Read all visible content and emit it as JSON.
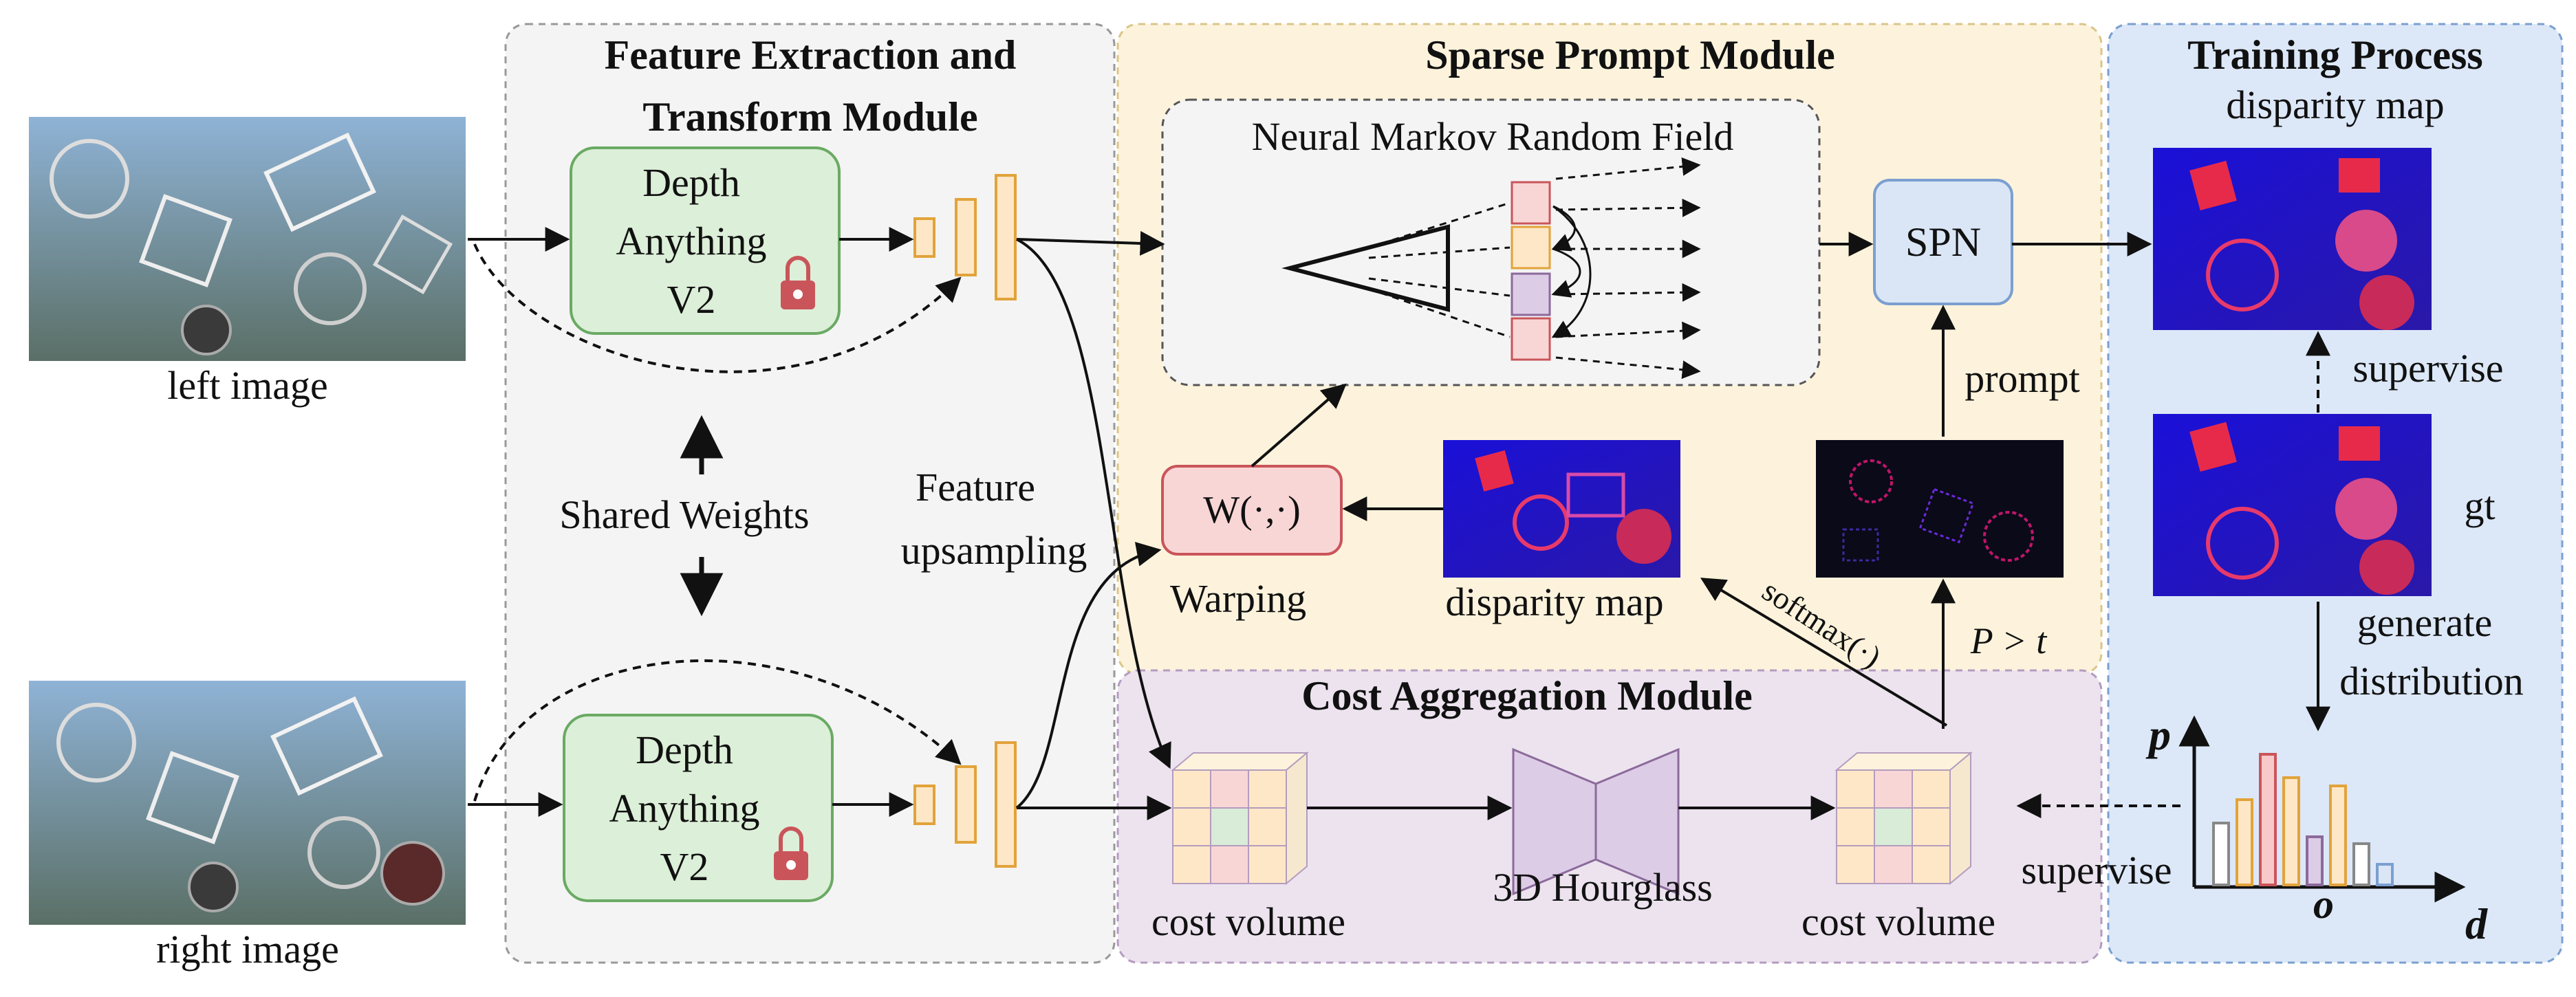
{
  "inputs": {
    "left_caption": "left image",
    "right_caption": "right image"
  },
  "feature_module": {
    "title_line1": "Feature Extraction and",
    "title_line2": "Transform Module",
    "encoder_top": [
      "Depth",
      "Anything",
      "V2"
    ],
    "encoder_bottom": [
      "Depth",
      "Anything",
      "V2"
    ],
    "shared_weights": "Shared Weights",
    "upsampling_line1": "Feature",
    "upsampling_line2": "upsampling"
  },
  "sparse_module": {
    "title": "Sparse Prompt Module",
    "mrf_title": "Neural Markov Random Field",
    "spn": "SPN",
    "prompt": "prompt",
    "warp_op": "W(·,·)",
    "warping": "Warping",
    "disparity_map": "disparity map",
    "threshold": "P > t",
    "softmax": "softmax(·)"
  },
  "cost_module": {
    "title": "Cost Aggregation Module",
    "cost_volume_left": "cost volume",
    "hourglass": "3D Hourglass",
    "cost_volume_right": "cost volume"
  },
  "training": {
    "title": "Training Process",
    "disparity_map": "disparity map",
    "supervise_top": "supervise",
    "gt": "gt",
    "generate_line1": "generate",
    "generate_line2": "distribution",
    "supervise_bottom": "supervise",
    "axis_p": "p",
    "axis_d": "d",
    "axis_o": "o"
  },
  "colors": {
    "feature_bg": "#f4f4f4",
    "sparse_bg": "#fdf3dc",
    "cost_bg": "#ece3ef",
    "training_bg": "#dce8f8",
    "encoder_fill": "#dcefd8",
    "encoder_stroke": "#6aaa63",
    "feature_fill": "#fde7c7",
    "feature_stroke": "#e2a33a",
    "spn_fill": "#dae6f6",
    "warp_fill": "#f9d6d6",
    "hourglass_fill": "#ddcce6",
    "lock": "#c9555a"
  },
  "histogram_bars": [
    0.45,
    0.62,
    0.95,
    0.78,
    0.35,
    0.72,
    0.3,
    0.15
  ],
  "histogram_colors": [
    "#ffffff",
    "#fde7c7",
    "#f9c9c9",
    "#fde7c7",
    "#ddcce6",
    "#fde7c7",
    "#ffffff",
    "#dae6f6"
  ]
}
